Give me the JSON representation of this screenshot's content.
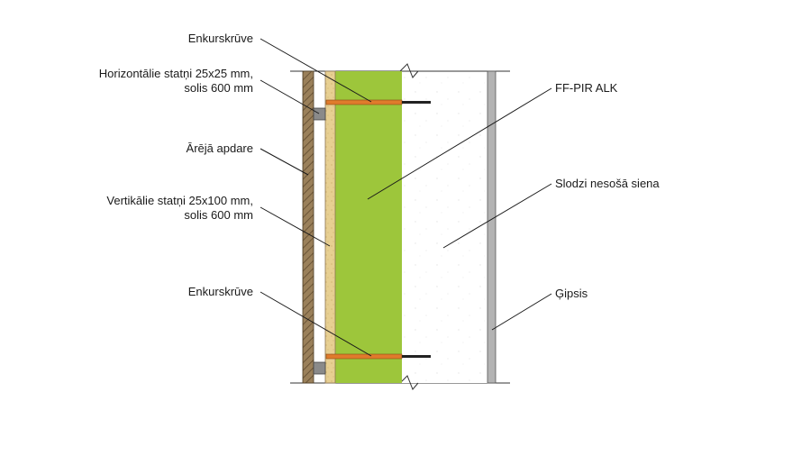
{
  "labels": {
    "anchor_screw_top": "Enkurskrūve",
    "horizontal_battens_line1": "Horizontālie statņi 25x25 mm,",
    "horizontal_battens_line2": "solis 600 mm",
    "exterior_finish": "Ārējā apdare",
    "vertical_battens_line1": "Vertikālie statņi 25x100 mm,",
    "vertical_battens_line2": "solis 600 mm",
    "anchor_screw_bottom": "Enkurskrūve",
    "insulation": "FF-PIR ALK",
    "load_bearing_wall": "Slodzi nesošā siena",
    "gypsum": "Ģipsis"
  },
  "colors": {
    "insulation": "#9dc63b",
    "wood_light": "#e7cf92",
    "wood_dark": "#8b7350",
    "screw": "#e07b2c",
    "gypsum": "#b3b3b3",
    "wall": "#ffffff",
    "leader": "#1a1a1a"
  }
}
